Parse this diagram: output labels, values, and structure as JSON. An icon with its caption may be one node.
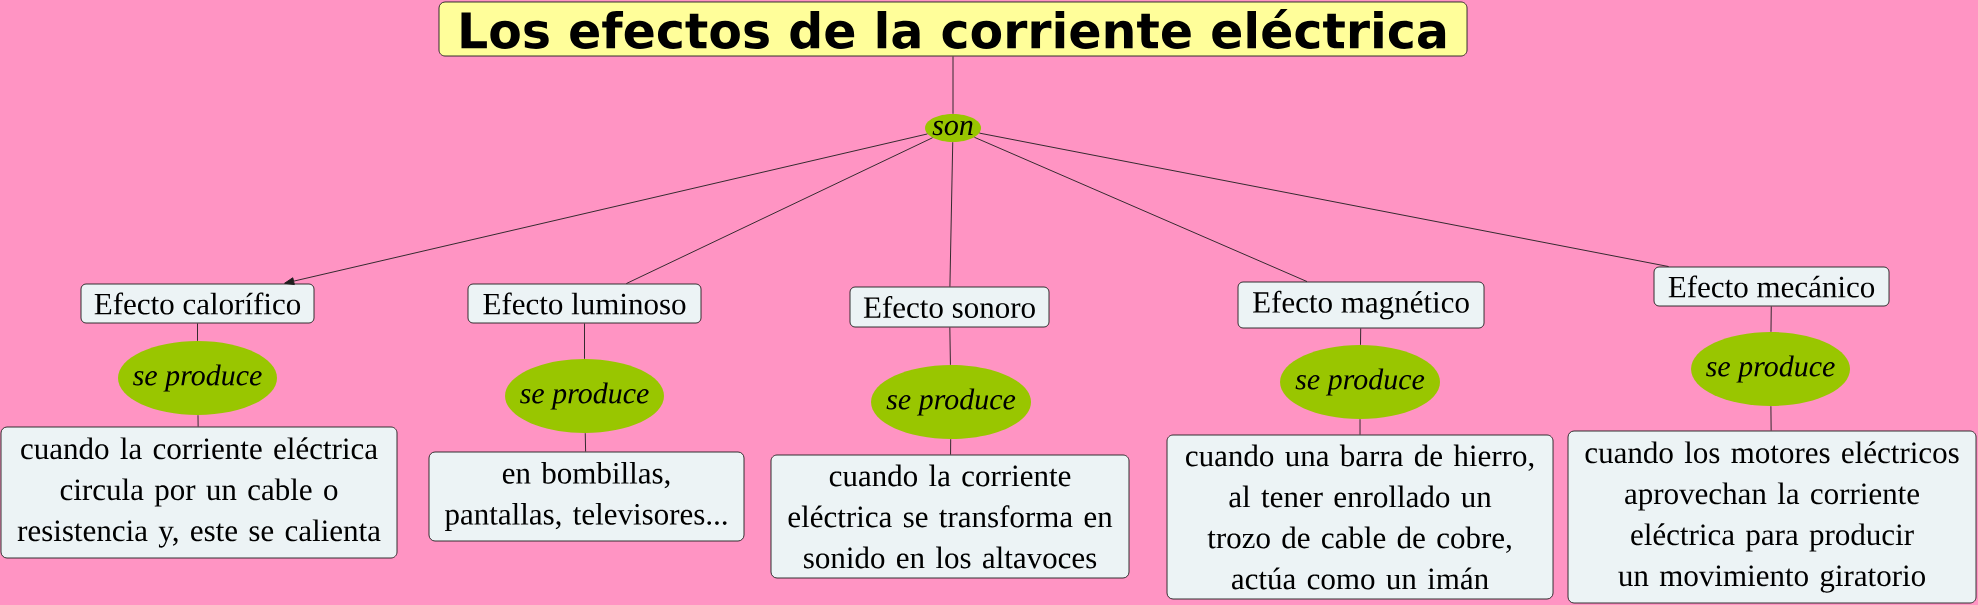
{
  "diagram": {
    "nodes": [
      {
        "text": [
          "Los efectos de la corriente eléctrica"
        ]
      },
      {
        "text": [
          "son"
        ]
      },
      {
        "text": [
          "Efecto calorífico"
        ]
      },
      {
        "text": [
          "Efecto luminoso"
        ]
      },
      {
        "text": [
          "Efecto sonoro"
        ]
      },
      {
        "text": [
          "Efecto magnético"
        ]
      },
      {
        "text": [
          "Efecto mecánico"
        ]
      },
      {
        "text": [
          "se produce"
        ]
      },
      {
        "text": [
          "se produce"
        ]
      },
      {
        "text": [
          "se produce"
        ]
      },
      {
        "text": [
          "se produce"
        ]
      },
      {
        "text": [
          "se produce"
        ]
      },
      {
        "text": [
          "cuando la corriente eléctrica circula por un cable o resistencia y, este se calienta"
        ]
      },
      {
        "text": [
          "en bombillas, pantallas, televisores..."
        ]
      },
      {
        "text": [
          "cuando la corriente eléctrica se transforma en sonido en los altavoces"
        ]
      },
      {
        "text": [
          "cuando una barra de hierro, al tener enrollado un trozo de cable de cobre, actúa como un imán"
        ]
      },
      {
        "text": [
          "cuando los motores eléctricos aprovechan la corriente eléctrica para producir un movimiento giratorio"
        ]
      }
    ],
    "edges": [
      {
        "from": 0,
        "to": 1,
        "arrow": "none"
      },
      {
        "from": 1,
        "to": 2,
        "arrow": "to"
      },
      {
        "from": 1,
        "to": 3,
        "arrow": "none"
      },
      {
        "from": 1,
        "to": 4,
        "arrow": "none"
      },
      {
        "from": 1,
        "to": 5,
        "arrow": "none"
      },
      {
        "from": 1,
        "to": 6,
        "arrow": "none"
      },
      {
        "from": 2,
        "to": 7,
        "arrow": "none"
      },
      {
        "from": 3,
        "to": 8,
        "arrow": "none"
      },
      {
        "from": 4,
        "to": 9,
        "arrow": "none"
      },
      {
        "from": 5,
        "to": 10,
        "arrow": "none"
      },
      {
        "from": 6,
        "to": 11,
        "arrow": "none"
      },
      {
        "from": 7,
        "to": 12,
        "arrow": "none"
      },
      {
        "from": 8,
        "to": 13,
        "arrow": "none"
      },
      {
        "from": 9,
        "to": 14,
        "arrow": "none"
      },
      {
        "from": 10,
        "to": 15,
        "arrow": "none"
      },
      {
        "from": 11,
        "to": 16,
        "arrow": "none"
      }
    ]
  }
}
